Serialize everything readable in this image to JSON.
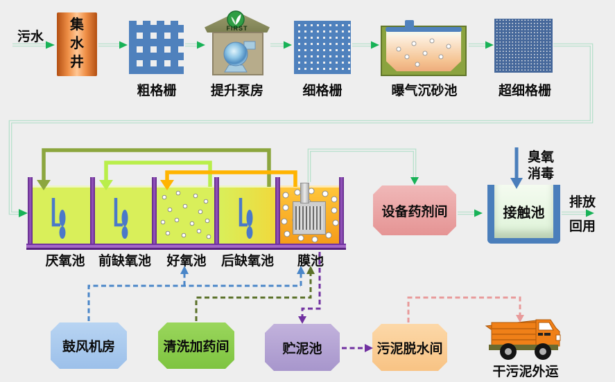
{
  "top_row": {
    "influent": "污水",
    "collection_well": "集水井",
    "coarse_screen": "粗格栅",
    "pump_house": "提升泵房",
    "pump_house_logo": "FIRST",
    "fine_screen": "细格栅",
    "aerated_grit_chamber": "曝气沉砂池",
    "ultrafine_screen": "超细格栅"
  },
  "bio_tanks": {
    "anaerobic": "厌氧池",
    "pre_anoxic": "前缺氧池",
    "aerobic": "好氧池",
    "post_anoxic": "后缺氧池",
    "membrane": "膜池"
  },
  "disinfection": {
    "chemical_room": "设备药剂间",
    "contact_tank": "接触池",
    "ozone_line1": "臭氧",
    "ozone_line2": "消毒",
    "discharge": "排放",
    "reuse": "回用"
  },
  "support": {
    "blower_room": "鼓风机房",
    "cleaning_dosing_room": "清洗加药间",
    "sludge_storage_tank": "贮泥池",
    "sludge_dewatering_room": "污泥脱水间",
    "dry_sludge_transport": "干污泥外运"
  },
  "colors": {
    "background": "#eeeeee",
    "flow_line": "#b2dfc9",
    "flow_arrow_green": "#18b257",
    "recycle_olive": "#8ca63e",
    "recycle_light_green": "#b9ee4a",
    "recycle_orange": "#ffb400",
    "air_dashed_blue": "#4a86c8",
    "cleaning_dashed_olive": "#5a7028",
    "sludge_dashed_purple": "#7030a0",
    "dry_sludge_dashed_pink": "#e89a9a",
    "ozone_arrow_blue": "#4a7ebb",
    "tank_wall_purple": "#7030a0",
    "tank_fill_green": "#d9ef5a",
    "membrane_tank_orange": "#ffc63a",
    "screen_blue": "#4f81bd",
    "collection_well_orange": "#ef8f46"
  }
}
